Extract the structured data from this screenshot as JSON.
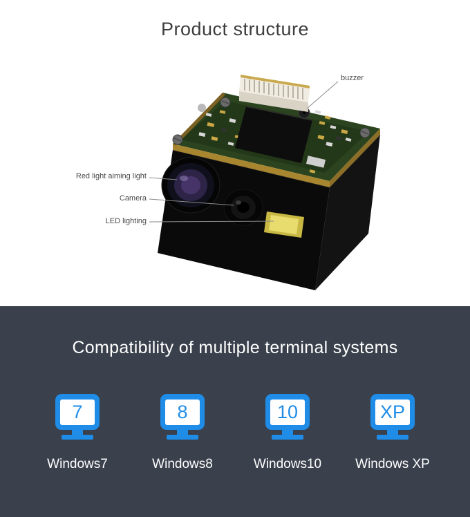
{
  "colors": {
    "section_bg": "#3a414c",
    "icon_blue": "#1f8ce8",
    "title_dark": "#3d3d3d",
    "callout_text": "#4a4a4a",
    "light_text": "#ffffff"
  },
  "product_section": {
    "title": "Product structure",
    "callouts": {
      "buzzer": "buzzer",
      "red_light_aiming_light": "Red light aiming light",
      "camera": "Camera",
      "led_lighting": "LED lighting"
    }
  },
  "compatibility_section": {
    "title": "Compatibility of multiple terminal systems",
    "systems": [
      {
        "icon_text": "7",
        "label": "Windows7"
      },
      {
        "icon_text": "8",
        "label": "Windows8"
      },
      {
        "icon_text": "10",
        "label": "Windows10"
      },
      {
        "icon_text": "XP",
        "label": "Windows XP"
      }
    ]
  }
}
